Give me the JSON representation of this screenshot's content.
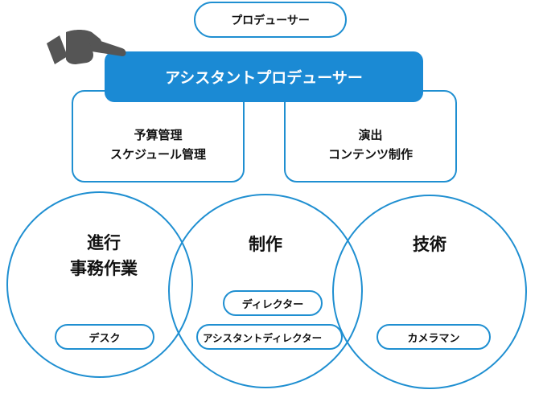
{
  "colors": {
    "accent": "#1f8fd1",
    "banner": "#1b8ad4",
    "icon": "#555555"
  },
  "top": {
    "producer": "プロデューサー"
  },
  "banner": {
    "assistant_producer": "アシスタントプロデューサー",
    "icon": "pointing-hand-icon"
  },
  "boxes": {
    "left": {
      "line1": "予算管理",
      "line2": "スケジュール管理"
    },
    "right": {
      "line1": "演出",
      "line2": "コンテンツ制作"
    }
  },
  "circles": {
    "progress": {
      "line1": "進行",
      "line2": "事務作業",
      "role": "デスク"
    },
    "production": {
      "title": "制作",
      "role1": "ディレクター",
      "role2": "アシスタントディレクター"
    },
    "tech": {
      "title": "技術",
      "role": "カメラマン"
    }
  }
}
